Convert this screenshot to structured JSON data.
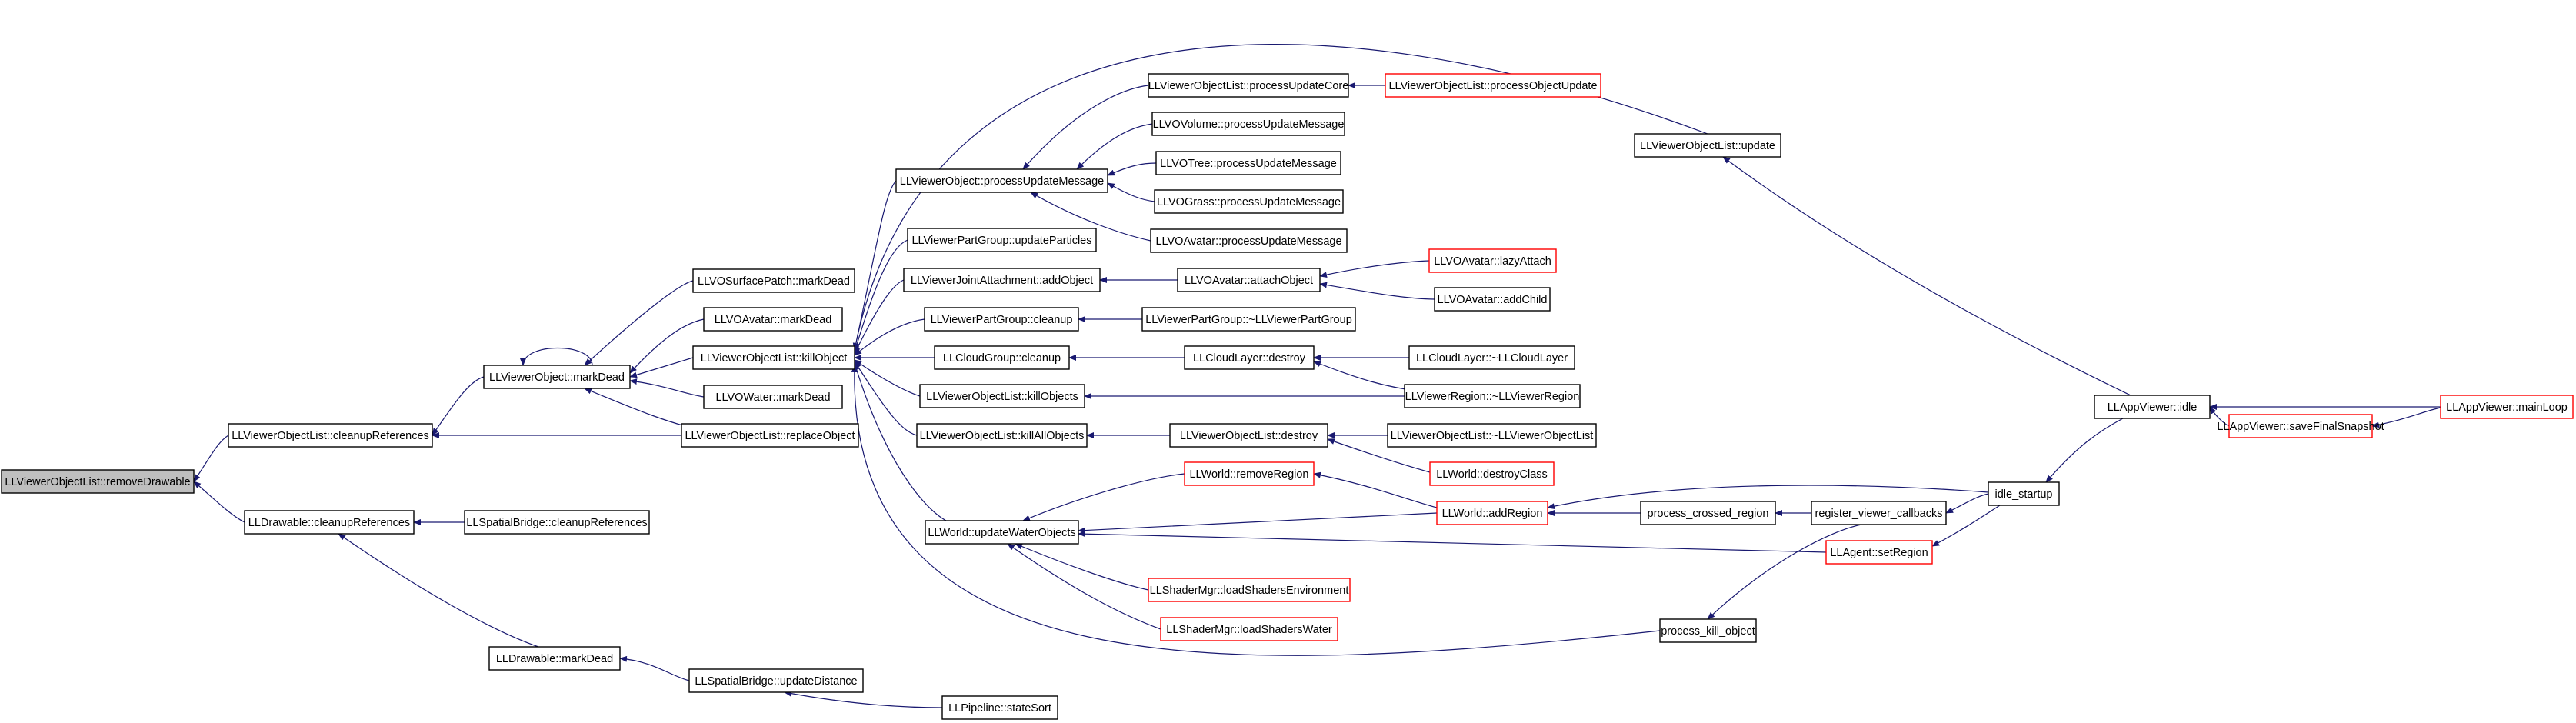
{
  "colors": {
    "edge": "#191970",
    "node_border_default": "#000000",
    "node_border_truncated": "#ff0000",
    "root_fill": "#bfbfbf",
    "node_fill": "#ffffff"
  },
  "nodes": [
    {
      "id": "n0",
      "label": "LLViewerObjectList::removeDrawable",
      "root": true
    },
    {
      "id": "n1",
      "label": "LLViewerObjectList::cleanupReferences"
    },
    {
      "id": "n2",
      "label": "LLDrawable::cleanupReferences"
    },
    {
      "id": "n3",
      "label": "LLViewerObject::markDead"
    },
    {
      "id": "n4",
      "label": "LLViewerObjectList::replaceObject"
    },
    {
      "id": "n5",
      "label": "LLSpatialBridge::cleanupReferences"
    },
    {
      "id": "n6",
      "label": "LLDrawable::markDead"
    },
    {
      "id": "n7",
      "label": "LLVOSurfacePatch::markDead"
    },
    {
      "id": "n8",
      "label": "LLVOAvatar::markDead"
    },
    {
      "id": "n9",
      "label": "LLViewerObjectList::killObject"
    },
    {
      "id": "n10",
      "label": "LLVOWater::markDead"
    },
    {
      "id": "n11",
      "label": "LLSpatialBridge::updateDistance"
    },
    {
      "id": "n12",
      "label": "LLPipeline::stateSort"
    },
    {
      "id": "n13",
      "label": "LLViewerObject::processUpdateMessage"
    },
    {
      "id": "n14",
      "label": "LLViewerPartGroup::updateParticles"
    },
    {
      "id": "n15",
      "label": "LLViewerJointAttachment::addObject"
    },
    {
      "id": "n16",
      "label": "LLViewerPartGroup::cleanup"
    },
    {
      "id": "n17",
      "label": "LLCloudGroup::cleanup"
    },
    {
      "id": "n18",
      "label": "LLViewerObjectList::killObjects"
    },
    {
      "id": "n19",
      "label": "LLViewerObjectList::killAllObjects"
    },
    {
      "id": "n20",
      "label": "LLWorld::updateWaterObjects"
    },
    {
      "id": "n21",
      "label": "LLViewerObjectList::processUpdateCore"
    },
    {
      "id": "n22",
      "label": "LLVOVolume::processUpdateMessage"
    },
    {
      "id": "n23",
      "label": "LLVOTree::processUpdateMessage"
    },
    {
      "id": "n24",
      "label": "LLVOGrass::processUpdateMessage"
    },
    {
      "id": "n25",
      "label": "LLVOAvatar::processUpdateMessage"
    },
    {
      "id": "n26",
      "label": "LLVOAvatar::attachObject"
    },
    {
      "id": "n27",
      "label": "LLViewerPartGroup::~LLViewerPartGroup"
    },
    {
      "id": "n28",
      "label": "LLCloudLayer::destroy"
    },
    {
      "id": "n29",
      "label": "LLViewerObjectList::destroy"
    },
    {
      "id": "n30",
      "label": "LLWorld::removeRegion",
      "truncated": true
    },
    {
      "id": "n31",
      "label": "LLShaderMgr::loadShadersEnvironment",
      "truncated": true
    },
    {
      "id": "n32",
      "label": "LLShaderMgr::loadShadersWater",
      "truncated": true
    },
    {
      "id": "n33",
      "label": "LLViewerObjectList::processObjectUpdate",
      "truncated": true
    },
    {
      "id": "n34",
      "label": "LLVOAvatar::lazyAttach",
      "truncated": true
    },
    {
      "id": "n35",
      "label": "LLVOAvatar::addChild"
    },
    {
      "id": "n36",
      "label": "LLCloudLayer::~LLCloudLayer"
    },
    {
      "id": "n37",
      "label": "LLViewerRegion::~LLViewerRegion"
    },
    {
      "id": "n38",
      "label": "LLViewerObjectList::~LLViewerObjectList"
    },
    {
      "id": "n39",
      "label": "LLWorld::destroyClass",
      "truncated": true
    },
    {
      "id": "n40",
      "label": "LLWorld::addRegion",
      "truncated": true
    },
    {
      "id": "n41",
      "label": "LLViewerObjectList::update"
    },
    {
      "id": "n42",
      "label": "process_crossed_region"
    },
    {
      "id": "n43",
      "label": "LLAgent::setRegion",
      "truncated": true
    },
    {
      "id": "n44",
      "label": "process_kill_object"
    },
    {
      "id": "n45",
      "label": "register_viewer_callbacks"
    },
    {
      "id": "n46",
      "label": "idle_startup"
    },
    {
      "id": "n47",
      "label": "LLAppViewer::idle"
    },
    {
      "id": "n48",
      "label": "LLAppViewer::saveFinalSnapshot",
      "truncated": true
    },
    {
      "id": "n49",
      "label": "LLAppViewer::mainLoop",
      "truncated": true
    }
  ],
  "edges": [
    [
      "n0",
      "n1"
    ],
    [
      "n0",
      "n2"
    ],
    [
      "n1",
      "n3"
    ],
    [
      "n1",
      "n4"
    ],
    [
      "n2",
      "n5"
    ],
    [
      "n2",
      "n6"
    ],
    [
      "n3",
      "n3"
    ],
    [
      "n3",
      "n7"
    ],
    [
      "n3",
      "n8"
    ],
    [
      "n3",
      "n9"
    ],
    [
      "n3",
      "n10"
    ],
    [
      "n3",
      "n4"
    ],
    [
      "n6",
      "n11"
    ],
    [
      "n11",
      "n12"
    ],
    [
      "n9",
      "n13"
    ],
    [
      "n9",
      "n14"
    ],
    [
      "n9",
      "n15"
    ],
    [
      "n9",
      "n16"
    ],
    [
      "n9",
      "n17"
    ],
    [
      "n9",
      "n18"
    ],
    [
      "n9",
      "n19"
    ],
    [
      "n9",
      "n20"
    ],
    [
      "n9",
      "n41"
    ],
    [
      "n9",
      "n44"
    ],
    [
      "n13",
      "n21"
    ],
    [
      "n13",
      "n22"
    ],
    [
      "n13",
      "n23"
    ],
    [
      "n13",
      "n24"
    ],
    [
      "n13",
      "n25"
    ],
    [
      "n21",
      "n33"
    ],
    [
      "n15",
      "n26"
    ],
    [
      "n26",
      "n34"
    ],
    [
      "n26",
      "n35"
    ],
    [
      "n16",
      "n27"
    ],
    [
      "n17",
      "n28"
    ],
    [
      "n28",
      "n36"
    ],
    [
      "n28",
      "n37"
    ],
    [
      "n18",
      "n37"
    ],
    [
      "n19",
      "n29"
    ],
    [
      "n29",
      "n38"
    ],
    [
      "n29",
      "n39"
    ],
    [
      "n20",
      "n30"
    ],
    [
      "n20",
      "n40"
    ],
    [
      "n20",
      "n31"
    ],
    [
      "n20",
      "n32"
    ],
    [
      "n20",
      "n43"
    ],
    [
      "n30",
      "n40"
    ],
    [
      "n40",
      "n42"
    ],
    [
      "n40",
      "n46"
    ],
    [
      "n42",
      "n45"
    ],
    [
      "n45",
      "n46"
    ],
    [
      "n43",
      "n46"
    ],
    [
      "n44",
      "n45"
    ],
    [
      "n41",
      "n47"
    ],
    [
      "n46",
      "n47"
    ],
    [
      "n47",
      "n48"
    ],
    [
      "n47",
      "n49"
    ],
    [
      "n48",
      "n49"
    ]
  ]
}
